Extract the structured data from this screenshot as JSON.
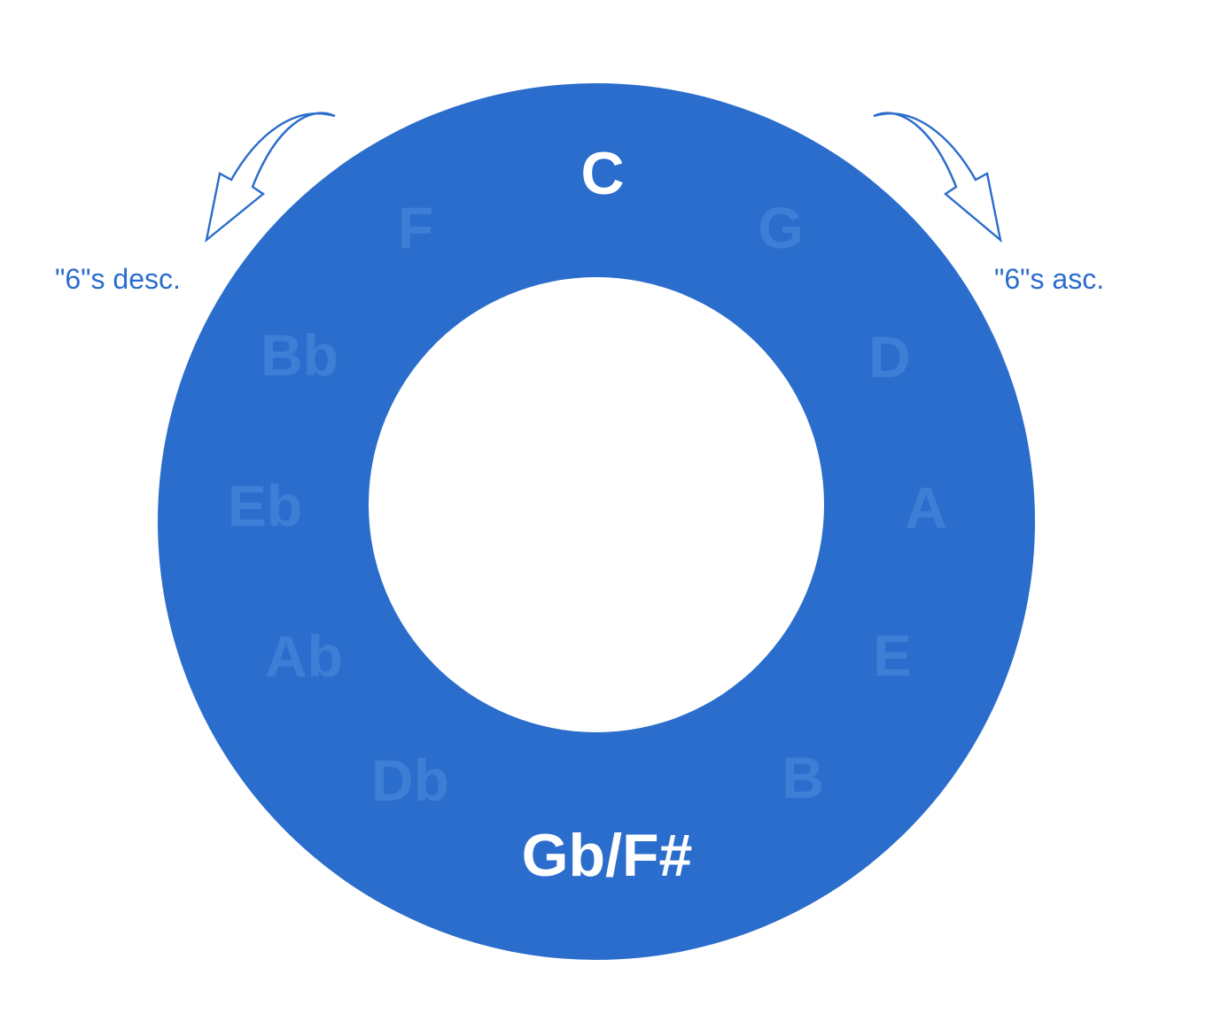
{
  "diagram": {
    "top_note": "C",
    "bottom_note": "Gb/F#",
    "right_side_notes": [
      "G",
      "D",
      "A",
      "E",
      "B"
    ],
    "left_side_notes": [
      "F",
      "Bb",
      "Eb",
      "Ab",
      "Db"
    ],
    "left_arrow_label": "\"6\"s desc.",
    "right_arrow_label": "\"6\"s asc."
  },
  "colors": {
    "ring": "#2b6dcc",
    "faded_note": "#3f7ed6",
    "primary_note": "#ffffff",
    "label": "#2b6dcc"
  }
}
